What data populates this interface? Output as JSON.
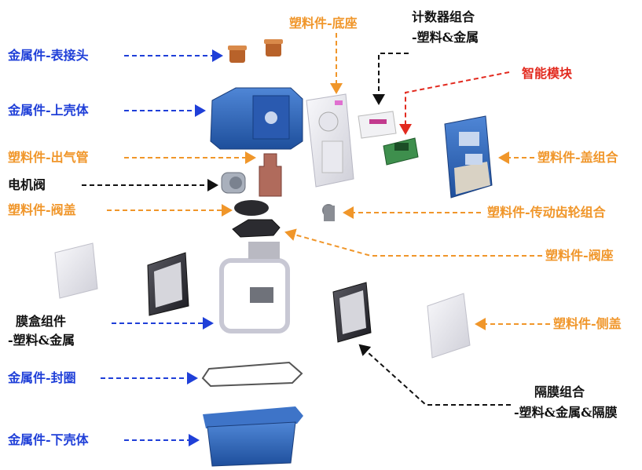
{
  "colors": {
    "metal": "#1f3fd8",
    "plastic": "#f0962a",
    "other": "#111111",
    "smart": "#e22a1f"
  },
  "labels": {
    "meter_connector": "金属件-表接头",
    "upper_shell": "金属件-上壳体",
    "outlet_pipe": "塑料件-出气管",
    "motor_valve": "电机阀",
    "valve_cover": "塑料件-阀盖",
    "diaphragm_box_l1": "膜盒组件",
    "diaphragm_box_l2": "-塑料&金属",
    "seal_ring": "金属件-封圈",
    "lower_shell": "金属件-下壳体",
    "base": "塑料件-底座",
    "counter_l1": "计数器组合",
    "counter_l2": "-塑料&金属",
    "smart_module": "智能模块",
    "cover_assembly": "塑料件-盖组合",
    "gear_assembly": "塑料件-传动齿轮组合",
    "valve_seat": "塑料件-阀座",
    "side_cover": "塑料件-侧盖",
    "membrane_l1": "隔膜组合",
    "membrane_l2": "-塑料&金属&隔膜"
  }
}
